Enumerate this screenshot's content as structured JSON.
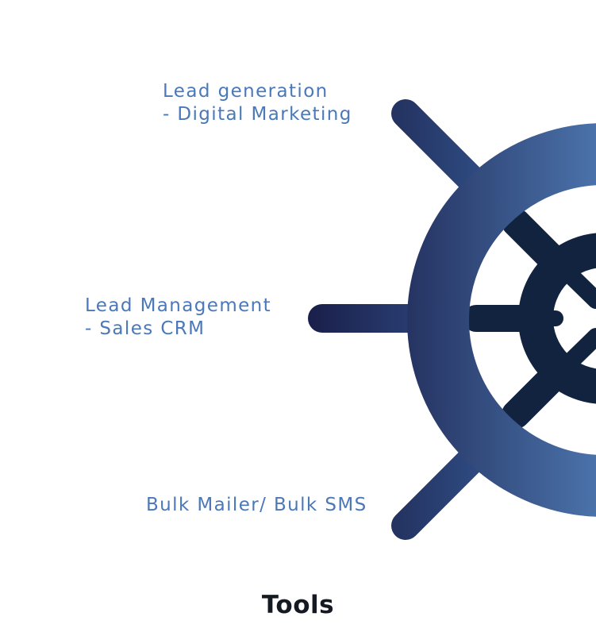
{
  "labels": {
    "top": {
      "line1": "Lead generation",
      "line2": "- Digital Marketing"
    },
    "middle": {
      "line1": "Lead Management",
      "line2": "- Sales CRM"
    },
    "bottom": {
      "line1": "Bulk Mailer/ Bulk SMS"
    }
  },
  "caption": "Tools",
  "colors": {
    "label_text": "#4a78b8",
    "caption_text": "#151922",
    "wheel_gradient_start": "#1e2a52",
    "wheel_gradient_end": "#4a72aa",
    "inner_hub": "#11233f",
    "background": "#ffffff"
  },
  "icons": {
    "wheel": "ship-helm-icon"
  }
}
